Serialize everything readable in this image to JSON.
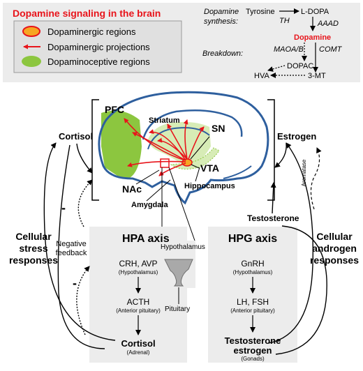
{
  "title": "Dopamine signaling in the brain",
  "legend": {
    "regions": "Dopaminergic regions",
    "projections": "Dopaminergic projections",
    "dopaminoceptive": "Dopaminoceptive regions"
  },
  "synthesis": {
    "label_line1": "Dopamine",
    "label_line2": "synthesis:",
    "tyrosine": "Tyrosine",
    "ldopa": "L-DOPA",
    "th": "TH",
    "aaad": "AAAD",
    "dopamine": "Dopamine",
    "breakdown": "Breakdown:",
    "maoab": "MAOA/B",
    "comt": "COMT",
    "dopac": "DOPAC",
    "hva": "HVA",
    "mt3": "3-MT"
  },
  "brain": {
    "pfc": "PFC",
    "striatum": "Striatum",
    "sn": "SN",
    "vta": "VTA",
    "nac": "NAc",
    "hippocampus": "Hippocampus",
    "amygdala": "Amygdala"
  },
  "left": {
    "cortisol": "Cortisol",
    "minus1": "-",
    "minus2": "-",
    "cellular": "Cellular",
    "stress": "stress",
    "responses": "responses",
    "negative": "Negative",
    "feedback": "feedback"
  },
  "right": {
    "estrogen": "Estrogen",
    "aromatase": "Aromatase",
    "testosterone": "Testosterone",
    "cellular": "Cellular",
    "androgen": "androgen",
    "responses": "responses"
  },
  "hpa": {
    "title": "HPA axis",
    "crh": "CRH, AVP",
    "crh_sub": "(Hypothalamus)",
    "acth": "ACTH",
    "acth_sub": "(Anterior pituitary)",
    "cortisol": "Cortisol",
    "cortisol_sub": "(Adrenal)"
  },
  "hpg": {
    "title": "HPG axis",
    "gnrh": "GnRH",
    "gnrh_sub": "(Hypothalamus)",
    "lhfsh": "LH, FSH",
    "lhfsh_sub": "(Anterior pituitary)",
    "testosterone": "Testosterone",
    "estrogen": "estrogen",
    "gonads": "(Gonads)"
  },
  "center": {
    "hypothalamus": "Hypothalamus",
    "pituitary": "Pituitary"
  },
  "colors": {
    "accent_red": "#e8141b",
    "panel_gray": "#ececec",
    "region_green": "#8cc63f",
    "region_light_green": "#d7ecb6",
    "brain_outline": "#2e5f9e",
    "orange": "#f6a623"
  }
}
